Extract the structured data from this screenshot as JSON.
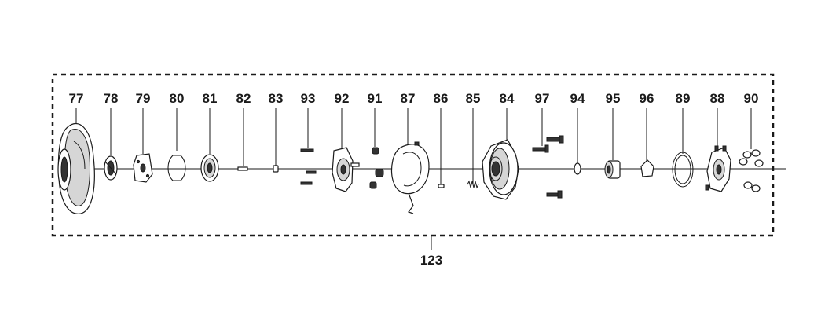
{
  "diagram": {
    "part_numbers": [
      "77",
      "78",
      "79",
      "80",
      "81",
      "82",
      "83",
      "93",
      "92",
      "91",
      "87",
      "86",
      "85",
      "84",
      "97",
      "94",
      "95",
      "96",
      "89",
      "88",
      "90"
    ],
    "assembly_number": "123"
  }
}
